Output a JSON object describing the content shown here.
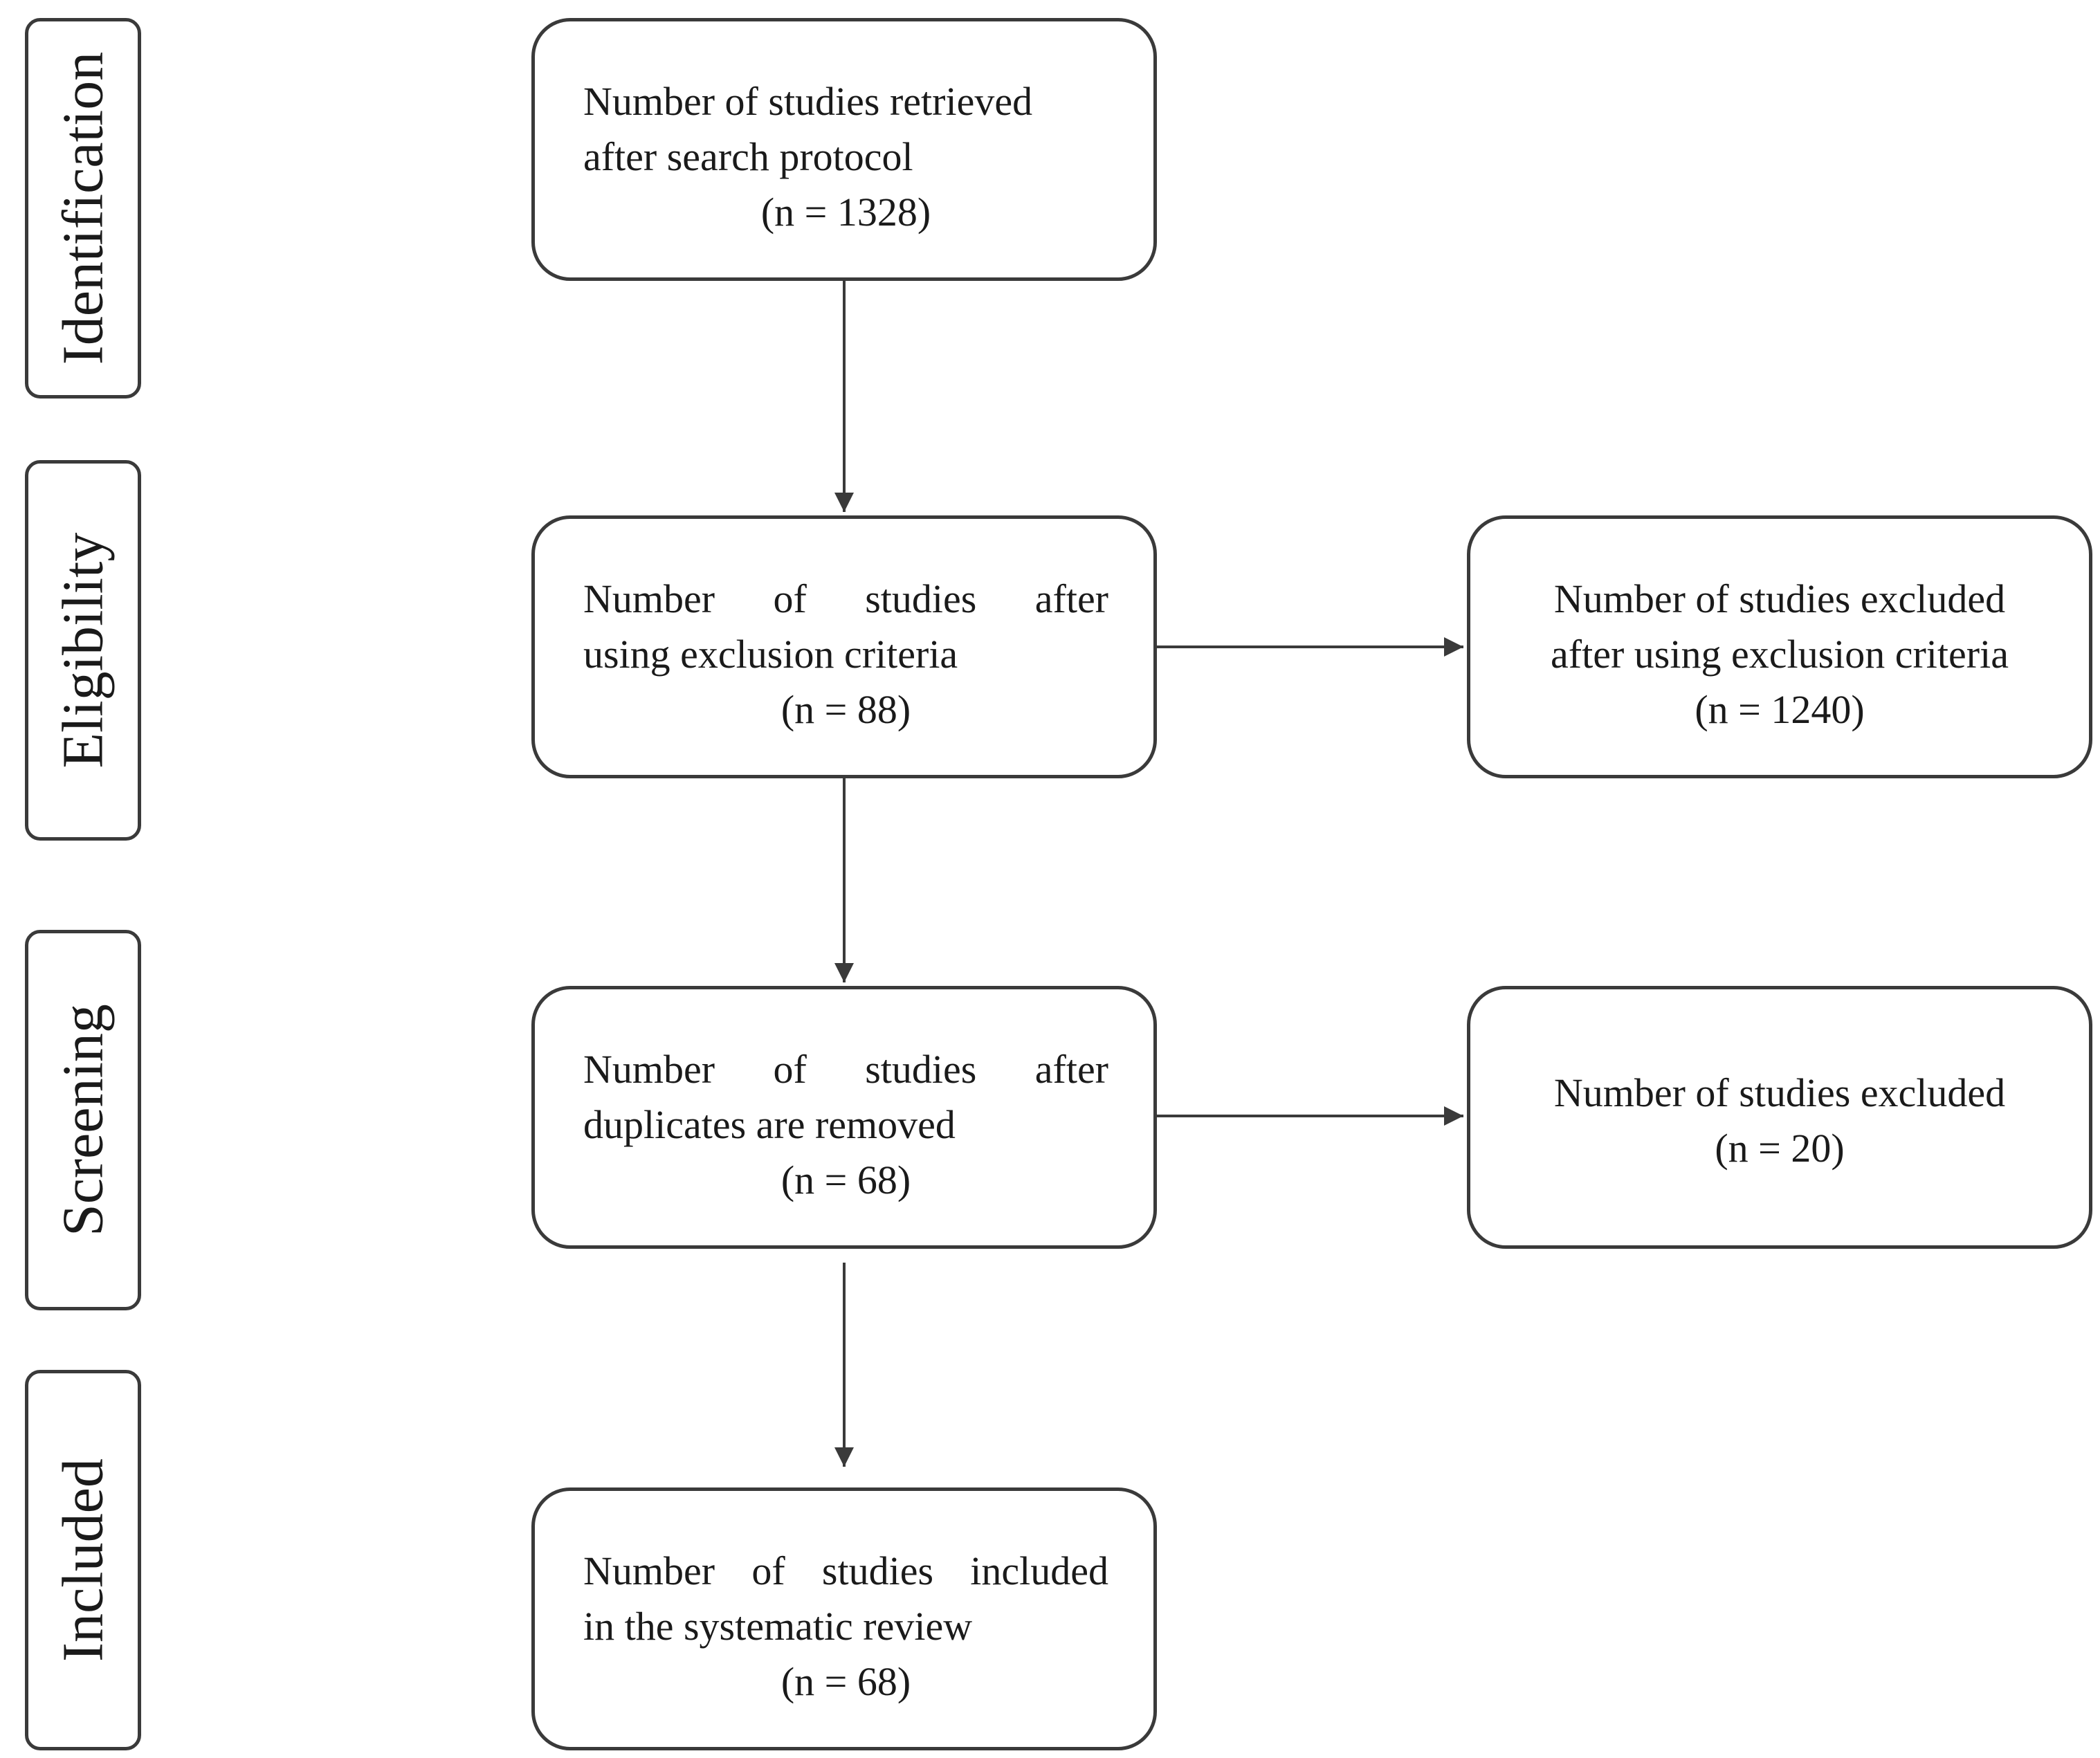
{
  "stages": [
    {
      "label": "Identification"
    },
    {
      "label": "Eligibility"
    },
    {
      "label": "Screening"
    },
    {
      "label": "Included"
    }
  ],
  "main_boxes": [
    {
      "line1": "Number of studies retrieved",
      "line2": "after search protocol",
      "count": "(n = 1328)"
    },
    {
      "line1": "Number of studies after",
      "line2": "using exclusion criteria",
      "count": "(n = 88)"
    },
    {
      "line1": "Number of studies after",
      "line2": "duplicates are removed",
      "count": "(n = 68)"
    },
    {
      "line1": "Number of studies included",
      "line2": "in the systematic review",
      "count": "(n = 68)"
    }
  ],
  "side_boxes": [
    {
      "line1": "Number of studies excluded",
      "line2": "after using exclusion criteria",
      "count": "(n = 1240)"
    },
    {
      "line1": "Number of studies excluded",
      "count": "(n = 20)"
    }
  ]
}
